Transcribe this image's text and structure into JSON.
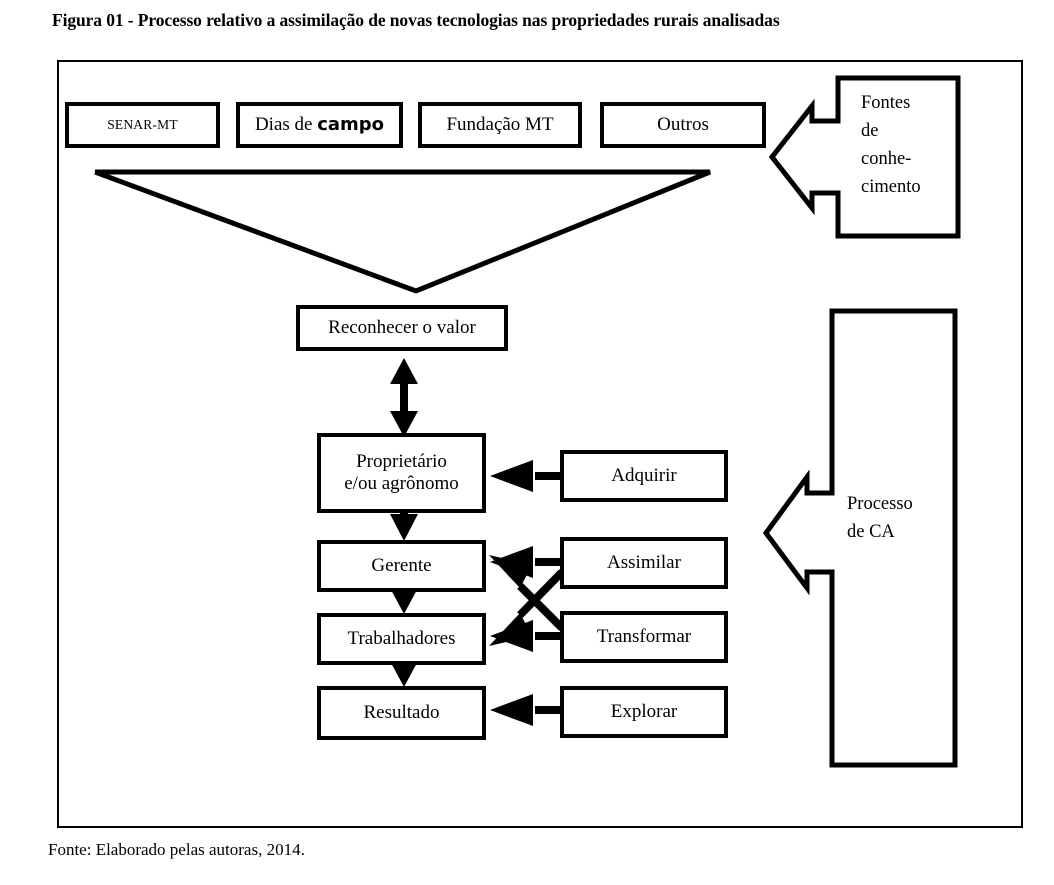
{
  "figure": {
    "title": "Figura 01 - Processo relativo a assimilação de novas tecnologias nas propriedades rurais analisadas",
    "source": "Fonte: Elaborado pelas autoras, 2014."
  },
  "knowledge_sources": {
    "boxes": [
      {
        "id": "senar",
        "label": "SENAR-MT"
      },
      {
        "id": "dias-de-campo",
        "label_plain": "Dias de ",
        "label_bold": "campo"
      },
      {
        "id": "fundacao-mt",
        "label": "Fundação MT"
      },
      {
        "id": "outros",
        "label": "Outros"
      }
    ],
    "callout": {
      "id": "fontes-de-conhecimento",
      "lines": [
        "Fontes",
        "de",
        "conhe-",
        "cimento"
      ]
    }
  },
  "flow": {
    "recognize": {
      "id": "reconhecer-o-valor",
      "label": "Reconhecer o valor"
    },
    "actors": [
      {
        "id": "proprietario",
        "line1": "Proprietário",
        "line2": "e/ou agrônomo"
      },
      {
        "id": "gerente",
        "label": "Gerente"
      },
      {
        "id": "trabalhadores",
        "label": "Trabalhadores"
      },
      {
        "id": "resultado",
        "label": "Resultado"
      }
    ],
    "capabilities": [
      {
        "id": "adquirir",
        "label": "Adquirir"
      },
      {
        "id": "assimilar",
        "label": "Assimilar"
      },
      {
        "id": "transformar",
        "label": "Transformar"
      },
      {
        "id": "explorar",
        "label": "Explorar"
      }
    ],
    "callout": {
      "id": "processo-de-ca",
      "lines": [
        "Processo",
        "de CA"
      ]
    }
  },
  "colors": {
    "stroke": "#000000",
    "fill": "#ffffff",
    "text": "#000000"
  }
}
